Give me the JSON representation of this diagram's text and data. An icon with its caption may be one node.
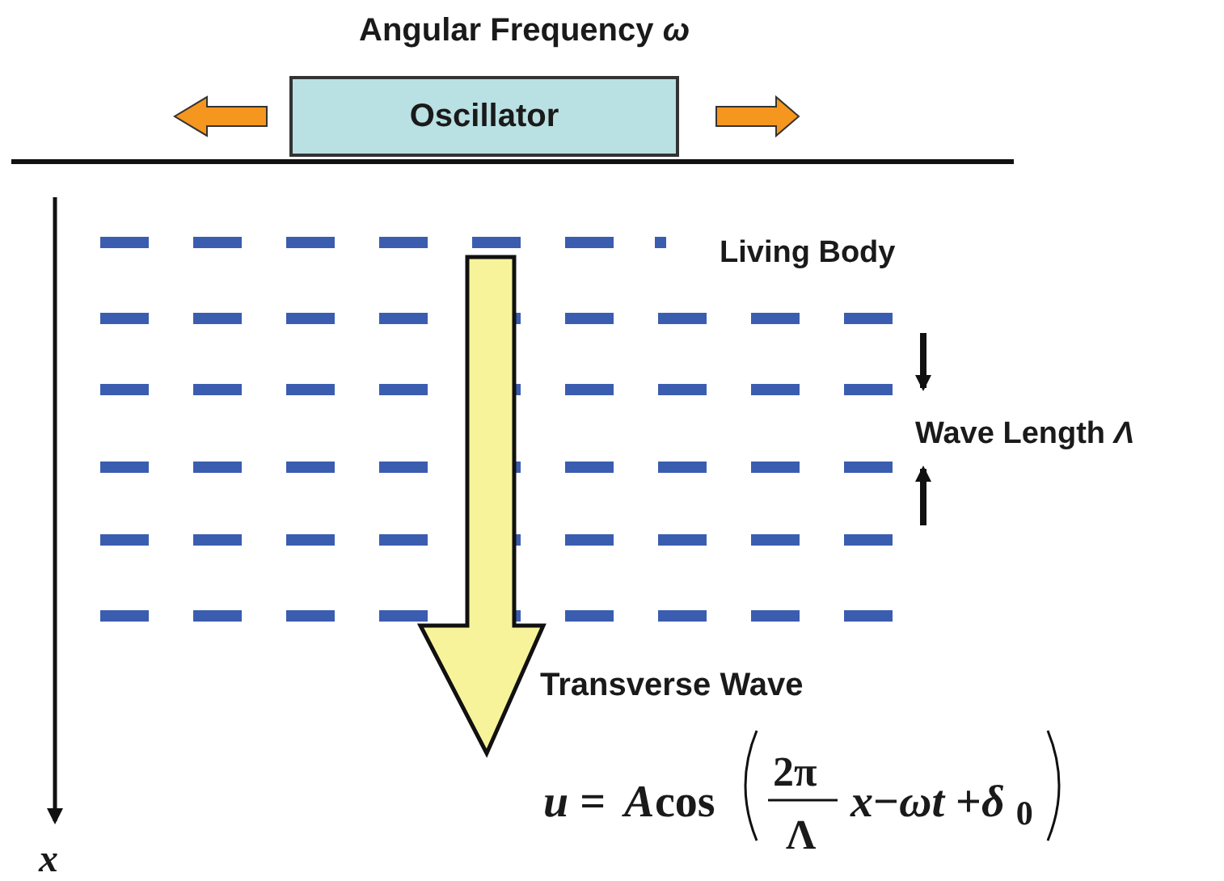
{
  "diagram": {
    "nodes": [
      {
        "text": [
          "Oscillator"
        ],
        "beside": [
          "Angular Frequency *ω*"
        ]
      }
    ],
    "labels": [
      "Living Body",
      "Wave Length *Λ*",
      "Transverse Wave",
      "*u* =",
      "*A*",
      "cos",
      "2π",
      "Λ",
      "*x*−*ωt* +*δ* $_{0}$",
      "*x*"
    ]
  }
}
